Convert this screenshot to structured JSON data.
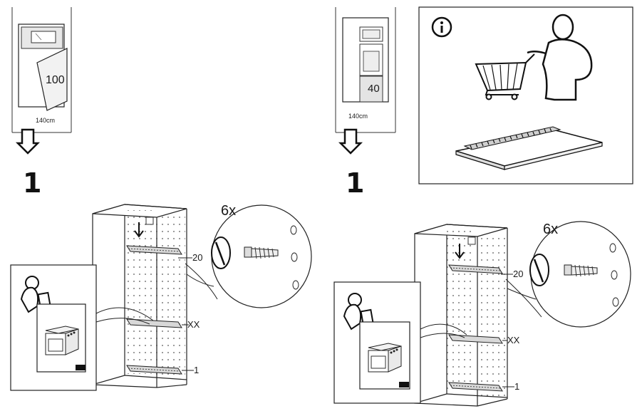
{
  "left_panel": {
    "cabinet_front_number": "100",
    "height_label": "140cm",
    "step_number": "1",
    "screw_count": "6x",
    "shelf_position_label": "20",
    "middle_shelf_label": "XX",
    "bottom_shelf_label": "1"
  },
  "right_panel": {
    "cabinet_front_number": "40",
    "height_label": "140cm",
    "step_number": "1",
    "screw_count": "6x",
    "shelf_position_label": "20",
    "middle_shelf_label": "XX",
    "bottom_shelf_label": "1",
    "info_icon": "info-icon"
  },
  "icons": [
    "down-arrow-icon",
    "info-icon",
    "shopping-cart-icon",
    "person-icon",
    "screw-icon",
    "oven-icon"
  ]
}
